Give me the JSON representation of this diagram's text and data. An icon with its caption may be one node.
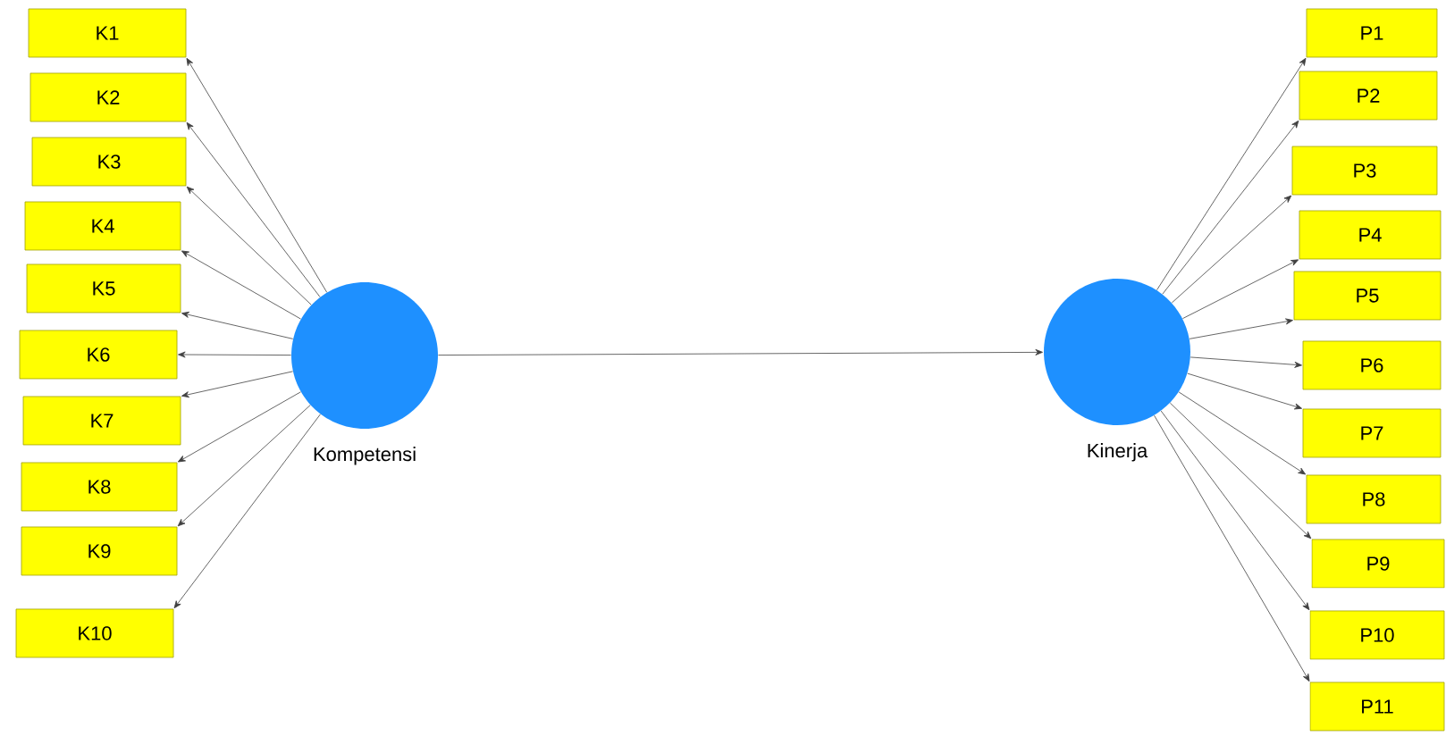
{
  "diagram": {
    "nodes": [
      {
        "text": [
          "K1"
        ]
      },
      {
        "text": [
          "K2"
        ]
      },
      {
        "text": [
          "K3"
        ]
      },
      {
        "text": [
          "K4"
        ]
      },
      {
        "text": [
          "K5"
        ]
      },
      {
        "text": [
          "K6"
        ]
      },
      {
        "text": [
          "K7"
        ]
      },
      {
        "text": [
          "K8"
        ]
      },
      {
        "text": [
          "K9"
        ]
      },
      {
        "text": [
          "K10"
        ]
      },
      {
        "text": [
          "Kompetensi"
        ]
      },
      {
        "text": [
          "Kinerja"
        ]
      },
      {
        "text": [
          "P1"
        ]
      },
      {
        "text": [
          "P2"
        ]
      },
      {
        "text": [
          "P3"
        ]
      },
      {
        "text": [
          "P4"
        ]
      },
      {
        "text": [
          "P5"
        ]
      },
      {
        "text": [
          "P6"
        ]
      },
      {
        "text": [
          "P7"
        ]
      },
      {
        "text": [
          "P8"
        ]
      },
      {
        "text": [
          "P9"
        ]
      },
      {
        "text": [
          "P10"
        ]
      },
      {
        "text": [
          "P11"
        ]
      }
    ],
    "edges": [
      {
        "from": 10,
        "to": 0,
        "arrow": "to"
      },
      {
        "from": 10,
        "to": 1,
        "arrow": "to"
      },
      {
        "from": 10,
        "to": 2,
        "arrow": "to"
      },
      {
        "from": 10,
        "to": 3,
        "arrow": "to"
      },
      {
        "from": 10,
        "to": 4,
        "arrow": "to"
      },
      {
        "from": 10,
        "to": 5,
        "arrow": "to"
      },
      {
        "from": 10,
        "to": 6,
        "arrow": "to"
      },
      {
        "from": 10,
        "to": 7,
        "arrow": "to"
      },
      {
        "from": 10,
        "to": 8,
        "arrow": "to"
      },
      {
        "from": 10,
        "to": 9,
        "arrow": "to"
      },
      {
        "from": 10,
        "to": 11,
        "arrow": "to"
      },
      {
        "from": 11,
        "to": 12,
        "arrow": "to"
      },
      {
        "from": 11,
        "to": 13,
        "arrow": "to"
      },
      {
        "from": 11,
        "to": 14,
        "arrow": "to"
      },
      {
        "from": 11,
        "to": 15,
        "arrow": "to"
      },
      {
        "from": 11,
        "to": 16,
        "arrow": "to"
      },
      {
        "from": 11,
        "to": 17,
        "arrow": "to"
      },
      {
        "from": 11,
        "to": 18,
        "arrow": "to"
      },
      {
        "from": 11,
        "to": 19,
        "arrow": "to"
      },
      {
        "from": 11,
        "to": 20,
        "arrow": "to"
      },
      {
        "from": 11,
        "to": 21,
        "arrow": "to"
      },
      {
        "from": 11,
        "to": 22,
        "arrow": "to"
      }
    ]
  }
}
